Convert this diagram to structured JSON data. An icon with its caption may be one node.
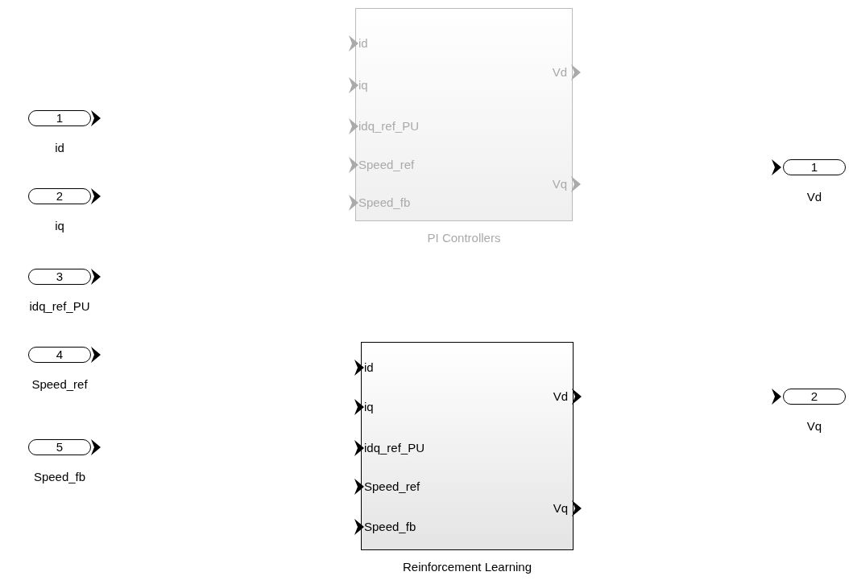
{
  "diagram": {
    "nodes": [
      {
        "text": [
          "1"
        ],
        "beside": [
          "id"
        ]
      },
      {
        "text": [
          "2"
        ],
        "beside": [
          "iq"
        ]
      },
      {
        "text": [
          "3"
        ],
        "beside": [
          "idq_ref_PU"
        ]
      },
      {
        "text": [
          "4"
        ],
        "beside": [
          "Speed_ref"
        ]
      },
      {
        "text": [
          "5"
        ],
        "beside": [
          "Speed_fb"
        ]
      },
      {
        "text": [
          "id",
          "iq",
          "idq_ref_PU",
          "Speed_ref",
          "Speed_fb",
          "Vd",
          "Vq",
          "PI Controllers"
        ]
      },
      {
        "text": [
          "id",
          "iq",
          "idq_ref_PU",
          "Speed_ref",
          "Speed_fb",
          "Vd",
          "Vq",
          "Reinforcement Learning"
        ]
      },
      {
        "text": [
          "1"
        ],
        "beside": [
          "Vd"
        ]
      },
      {
        "text": [
          "2"
        ],
        "beside": [
          "Vq"
        ]
      }
    ]
  }
}
